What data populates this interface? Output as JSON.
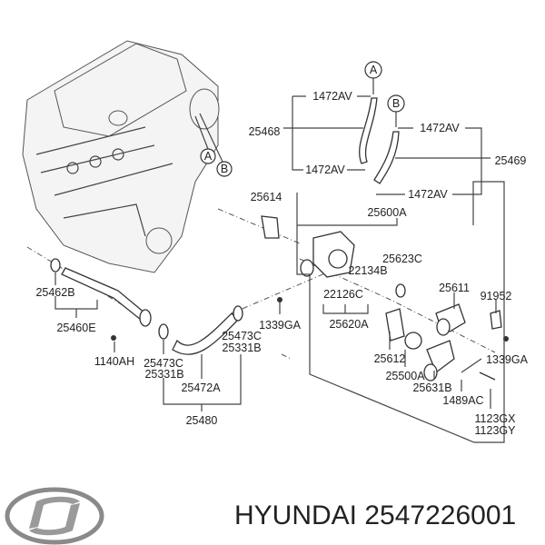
{
  "callouts": {
    "A_top": "A",
    "B_top": "B",
    "A_engine": "A",
    "B_engine": "B",
    "hose_clamp_1": "1472AV",
    "hose_clamp_2": "1472AV",
    "hose_clamp_3": "1472AV",
    "hose_clamp_4": "1472AV",
    "hose_25468": "25468",
    "hose_25469": "25469",
    "gasket_25614": "25614",
    "housing_25600A": "25600A",
    "oring_25623C": "25623C",
    "sensor_22134B": "22134B",
    "sensor_22126C": "22126C",
    "pipe_25611": "25611",
    "bracket_91952": "91952",
    "oring_25462B": "25462B",
    "pipe_25460E": "25460E",
    "fitting_25620A": "25620A",
    "nut_1339GA_1": "1339GA",
    "nut_1339GA_2": "1339GA",
    "clamp_25473C_1": "25473C",
    "clamp_25331B_1": "25331B",
    "clamp_25473C_2": "25473C",
    "clamp_25331B_2": "25331B",
    "bolt_1140AH": "1140AH",
    "gasket_25612": "25612",
    "thermostat_25500A": "25500A",
    "cover_25631B": "25631B",
    "hose_25472A": "25472A",
    "clip_1489AC": "1489AC",
    "bolt_1123GX": "1123GX",
    "bolt_1123GY": "1123GY",
    "hose_assy_25480": "25480"
  },
  "footer": {
    "brand": "HYUNDAI",
    "part_number": "2547226001",
    "logo": "hyundai-logo"
  }
}
